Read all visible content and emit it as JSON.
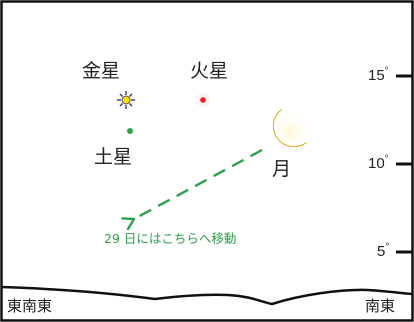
{
  "planets": {
    "venus": "金星",
    "mars": "火星",
    "saturn": "土星",
    "moon": "月"
  },
  "altitude_ticks": [
    "15",
    "10",
    "5"
  ],
  "degree_symbol": "°",
  "note": "29 日にはこちらへ移動",
  "directions": {
    "left": "東南東",
    "right": "南東"
  },
  "colors": {
    "venus": "#f5e000",
    "mars": "#e8202a",
    "saturn": "#2ea04f",
    "moon": "#f2be1e",
    "arrow": "#2ea04f",
    "frame": "#111111"
  }
}
